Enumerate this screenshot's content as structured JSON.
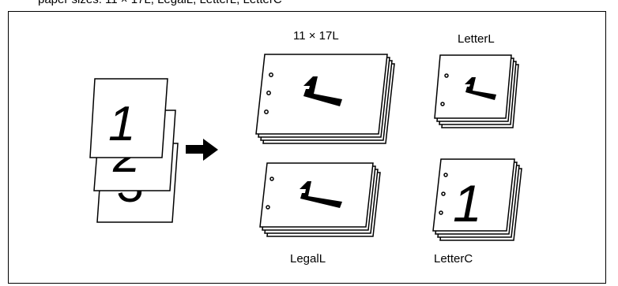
{
  "header": {
    "cutoff_text": "paper sizes: 11 × 17L, LegalL, LetterL, LetterC"
  },
  "diagram": {
    "labels": {
      "tabloid": "11 × 17L",
      "letter_landscape": "LetterL",
      "legal_landscape": "LegalL",
      "letter_portrait": "LetterC"
    },
    "source_pages": [
      "1",
      "2",
      "3"
    ],
    "output_page_number": "1"
  }
}
